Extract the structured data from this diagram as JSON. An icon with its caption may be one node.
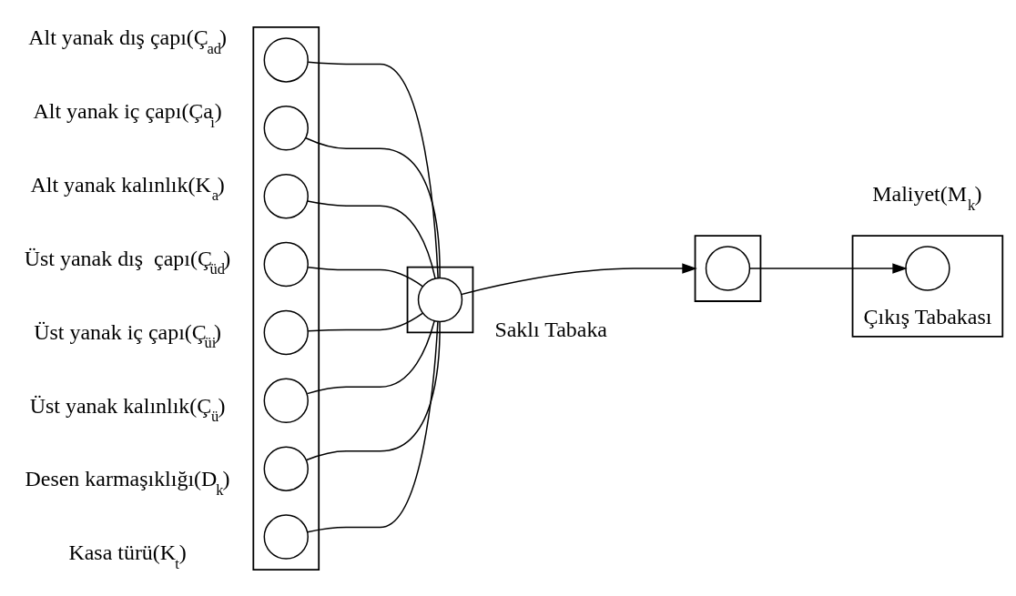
{
  "diagram": {
    "nodes": [
      {
        "text": [],
        "shape": "box"
      },
      {
        "text": [],
        "shape": "circle",
        "in": 0,
        "beside": [
          "Alt yanak dış çapı(Ç$_{ad}$)"
        ]
      },
      {
        "text": [],
        "shape": "circle",
        "in": 0,
        "beside": [
          "Alt yanak iç çapı(Ça$_{i}$)"
        ]
      },
      {
        "text": [],
        "shape": "circle",
        "in": 0,
        "beside": [
          "Alt yanak kalınlık(K$_{a}$)"
        ]
      },
      {
        "text": [],
        "shape": "circle",
        "in": 0,
        "beside": [
          "Üst yanak dış  çapı(Ç$_{üd}$)"
        ]
      },
      {
        "text": [],
        "shape": "circle",
        "in": 0,
        "beside": [
          "Üst yanak iç çapı(Ç$_{üi}$)"
        ]
      },
      {
        "text": [],
        "shape": "circle",
        "in": 0,
        "beside": [
          "Üst yanak kalınlık(Ç$_{ü}$)"
        ]
      },
      {
        "text": [],
        "shape": "circle",
        "in": 0,
        "beside": [
          "Desen karmaşıklığı(D$_{k}$)"
        ]
      },
      {
        "text": [],
        "shape": "circle",
        "in": 0,
        "beside": [
          "Kasa türü(K$_{t}$)"
        ]
      },
      {
        "text": [],
        "shape": "box"
      },
      {
        "text": [],
        "shape": "circle",
        "in": 9
      },
      {
        "text": [],
        "shape": "box"
      },
      {
        "text": [],
        "shape": "circle",
        "in": 11
      },
      {
        "text": [],
        "shape": "box",
        "beside": [
          "Çıkış Tabakası"
        ]
      },
      {
        "text": [],
        "shape": "circle",
        "in": 13,
        "beside": [
          "Maliyet(M$_{k}$)"
        ]
      }
    ],
    "edges": [
      {
        "from": 1,
        "to": 10,
        "arrow": "none"
      },
      {
        "from": 2,
        "to": 10,
        "arrow": "none"
      },
      {
        "from": 3,
        "to": 10,
        "arrow": "none"
      },
      {
        "from": 4,
        "to": 10,
        "arrow": "none"
      },
      {
        "from": 5,
        "to": 10,
        "arrow": "none"
      },
      {
        "from": 6,
        "to": 10,
        "arrow": "none"
      },
      {
        "from": 7,
        "to": 10,
        "arrow": "none"
      },
      {
        "from": 8,
        "to": 10,
        "arrow": "none"
      },
      {
        "from": 10,
        "to": 11,
        "arrow": "to"
      },
      {
        "from": 12,
        "to": 14,
        "arrow": "to"
      }
    ],
    "labels": [
      "Saklı Tabaka"
    ]
  }
}
